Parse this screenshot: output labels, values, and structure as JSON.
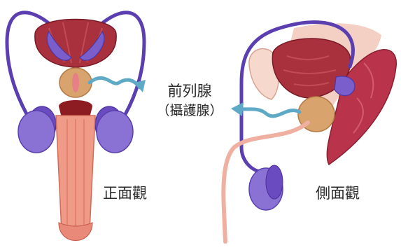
{
  "labels": {
    "prostate": "前列腺",
    "prostate_alt": "（攝護腺）",
    "front_view": "正面觀",
    "side_view": "側面觀"
  },
  "colors": {
    "bladder": "#a9303d",
    "bladder_dark": "#8a1f2c",
    "vessel_purple": "#6b4bc0",
    "testis_purple": "#7d63c9",
    "prostate_tan": "#d9a36d",
    "urethra_pink": "#f09a88",
    "rectum_red": "#b9334a",
    "arrow_blue": "#5ea9c6",
    "pelvis_pink": "#f4cfc3"
  }
}
